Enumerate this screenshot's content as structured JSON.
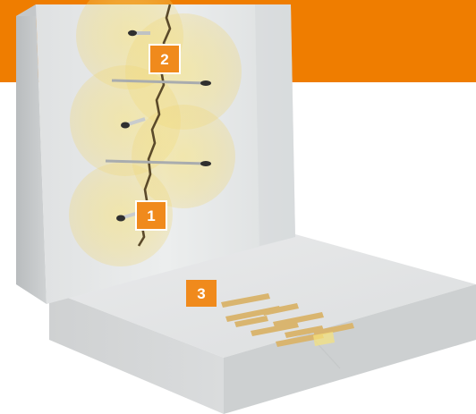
{
  "colors": {
    "accent_orange": "#ef7d00",
    "marker_orange": "#f08a1c",
    "concrete_light": "#e6e7e7",
    "concrete_mid": "#d3d5d6",
    "concrete_dark": "#b6b9bb",
    "injection_zone": "#f6e27a",
    "crack": "#5b4a2a",
    "batten_wood": "#d9b56f"
  },
  "markers": {
    "m1": "1",
    "m2": "2",
    "m3": "3"
  }
}
